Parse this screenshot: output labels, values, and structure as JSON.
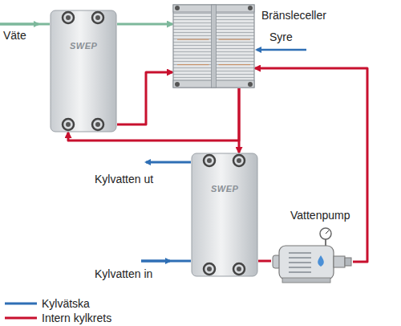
{
  "diagram": {
    "nodes": [
      {
        "text": [
          "SWEP"
        ]
      },
      {
        "text": [
          "Bränsleceller"
        ]
      },
      {
        "text": [
          "SWEP"
        ]
      },
      {
        "text": [
          "Vattenpump"
        ]
      }
    ],
    "edges": [
      {
        "from": 0,
        "to": 1,
        "arrow": "to"
      },
      {
        "from": 0,
        "to": 1,
        "arrow": "to"
      },
      {
        "from": 1,
        "to": 0,
        "arrow": "to"
      },
      {
        "from": 1,
        "to": 2,
        "arrow": "to"
      },
      {
        "from": 2,
        "to": 3,
        "arrow": "none"
      },
      {
        "from": 3,
        "to": 1,
        "arrow": "to"
      }
    ],
    "labels": [
      "Väte",
      "Syre",
      "Kylvatten ut",
      "Kylvatten in"
    ],
    "legend": [
      {
        "text": "Kylvätska"
      },
      {
        "text": "Intern kylkrets"
      }
    ]
  }
}
